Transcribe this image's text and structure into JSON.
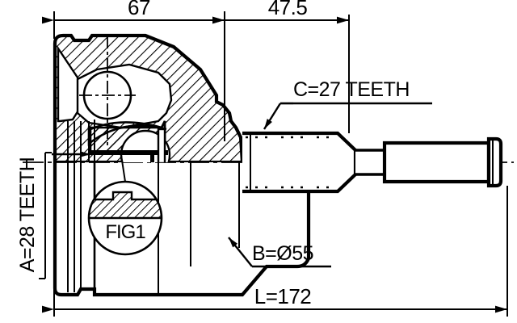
{
  "drawing": {
    "type": "technical-engineering-drawing",
    "subject": "CV joint (constant velocity joint) cross-section",
    "background_color": "#ffffff",
    "line_color": "#000000"
  },
  "dimensions": {
    "top_left": {
      "label": "67",
      "name": "joint-body-length"
    },
    "top_right": {
      "label": "47.5",
      "name": "shaft-spline-length"
    },
    "bottom": {
      "label": "L=172",
      "name": "overall-length"
    }
  },
  "labels": {
    "inner_teeth": {
      "label": "A=28 TEETH",
      "orientation": "vertical",
      "name": "inner-spline-teeth-count"
    },
    "outer_diameter": {
      "label": "B=Ø55",
      "name": "joint-outer-diameter"
    },
    "shaft_teeth": {
      "label": "C=27 TEETH",
      "name": "shaft-spline-teeth-count"
    },
    "detail_bubble": {
      "label": "FIG1",
      "name": "spline-profile-detail"
    }
  }
}
